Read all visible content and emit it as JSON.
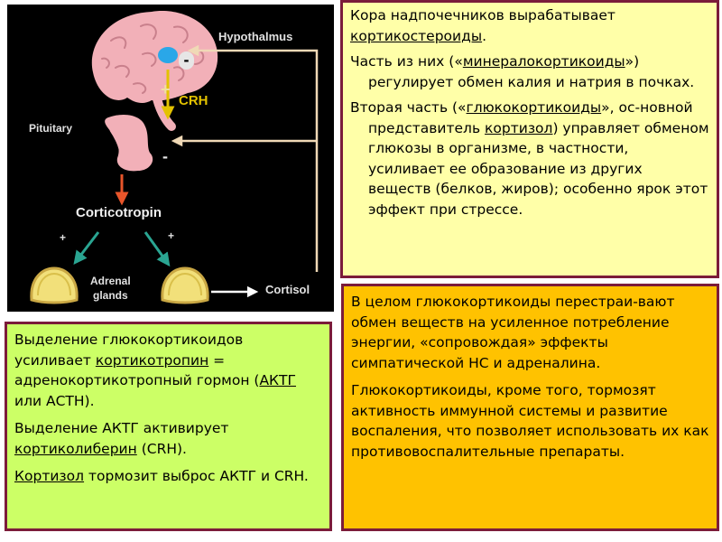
{
  "diagram": {
    "labels": {
      "hypothalmus": "Hypothalmus",
      "crh": "CRH",
      "pituitary": "Pituitary",
      "corticotropin": "Corticotropin",
      "adrenal_glands": "Adrenal\nglands",
      "cortisol": "Cortisol"
    },
    "signs": {
      "plus_crh": "+",
      "minus_hypothalamus": "-",
      "minus_pituitary": "-",
      "plus_left": "+",
      "plus_right": "+"
    },
    "colors": {
      "background": "#000000",
      "brain": "#f2b0b8",
      "hypothalamus_nucleus": "#2aa7e8",
      "arrow_crh": "#e3c200",
      "arrow_corticotropin": "#e8552a",
      "arrow_adrenal": "#2aa592",
      "feedback_line": "#f0d9b6",
      "adrenal_gland": "#f2e07a"
    }
  },
  "panel_cortex": {
    "p1": {
      "text_a": "Кора надпочечников вырабатывает ",
      "link": "кортикостероиды",
      "text_b": "."
    },
    "p2": {
      "text_a": "Часть из них («",
      "link": "минералокортикоиды",
      "text_b": "») регулирует обмен калия и натрия в почках."
    },
    "p3": {
      "text_a": "Вторая часть («",
      "link1": "глюкокортикоиды",
      "text_b": "», ос-новной представитель ",
      "link2": "кортизол",
      "text_c": ") управляет обменом глюкозы в организме, в частности, усиливает ее образование из других веществ (белков, жиров); особенно ярок этот эффект при стрессе."
    }
  },
  "panel_acth": {
    "p1": {
      "text_a": "Выделение глюкокортикоидов усиливает ",
      "link": "кортикотропин",
      "text_b": " = адренокортикотропный гормон (",
      "link2": "АКТГ",
      "text_c": " или АСТН)."
    },
    "p2": {
      "text_a": "Выделение АКТГ активирует ",
      "link": "кортиколиберин",
      "text_b": " (CRH)."
    },
    "p3": {
      "link": "Кортизол",
      "text_a": " тормозит выброс АКТГ и CRH."
    }
  },
  "panel_overall": {
    "p1": "В целом глюкокортикоиды перестраи-вают обмен веществ на усиленное потребление энергии, «сопровождая» эффекты симпатической НС и адреналина.",
    "p2": "Глюкокортикоиды, кроме того, тормозят активность иммунной системы и развитие воспаления, что позволяет использовать их как противовоспалительные препараты."
  },
  "panel_colors": {
    "cortex": "#ffffa8",
    "acth": "#ccff66",
    "overall": "#ffc200",
    "border": "#7b1c3a"
  }
}
